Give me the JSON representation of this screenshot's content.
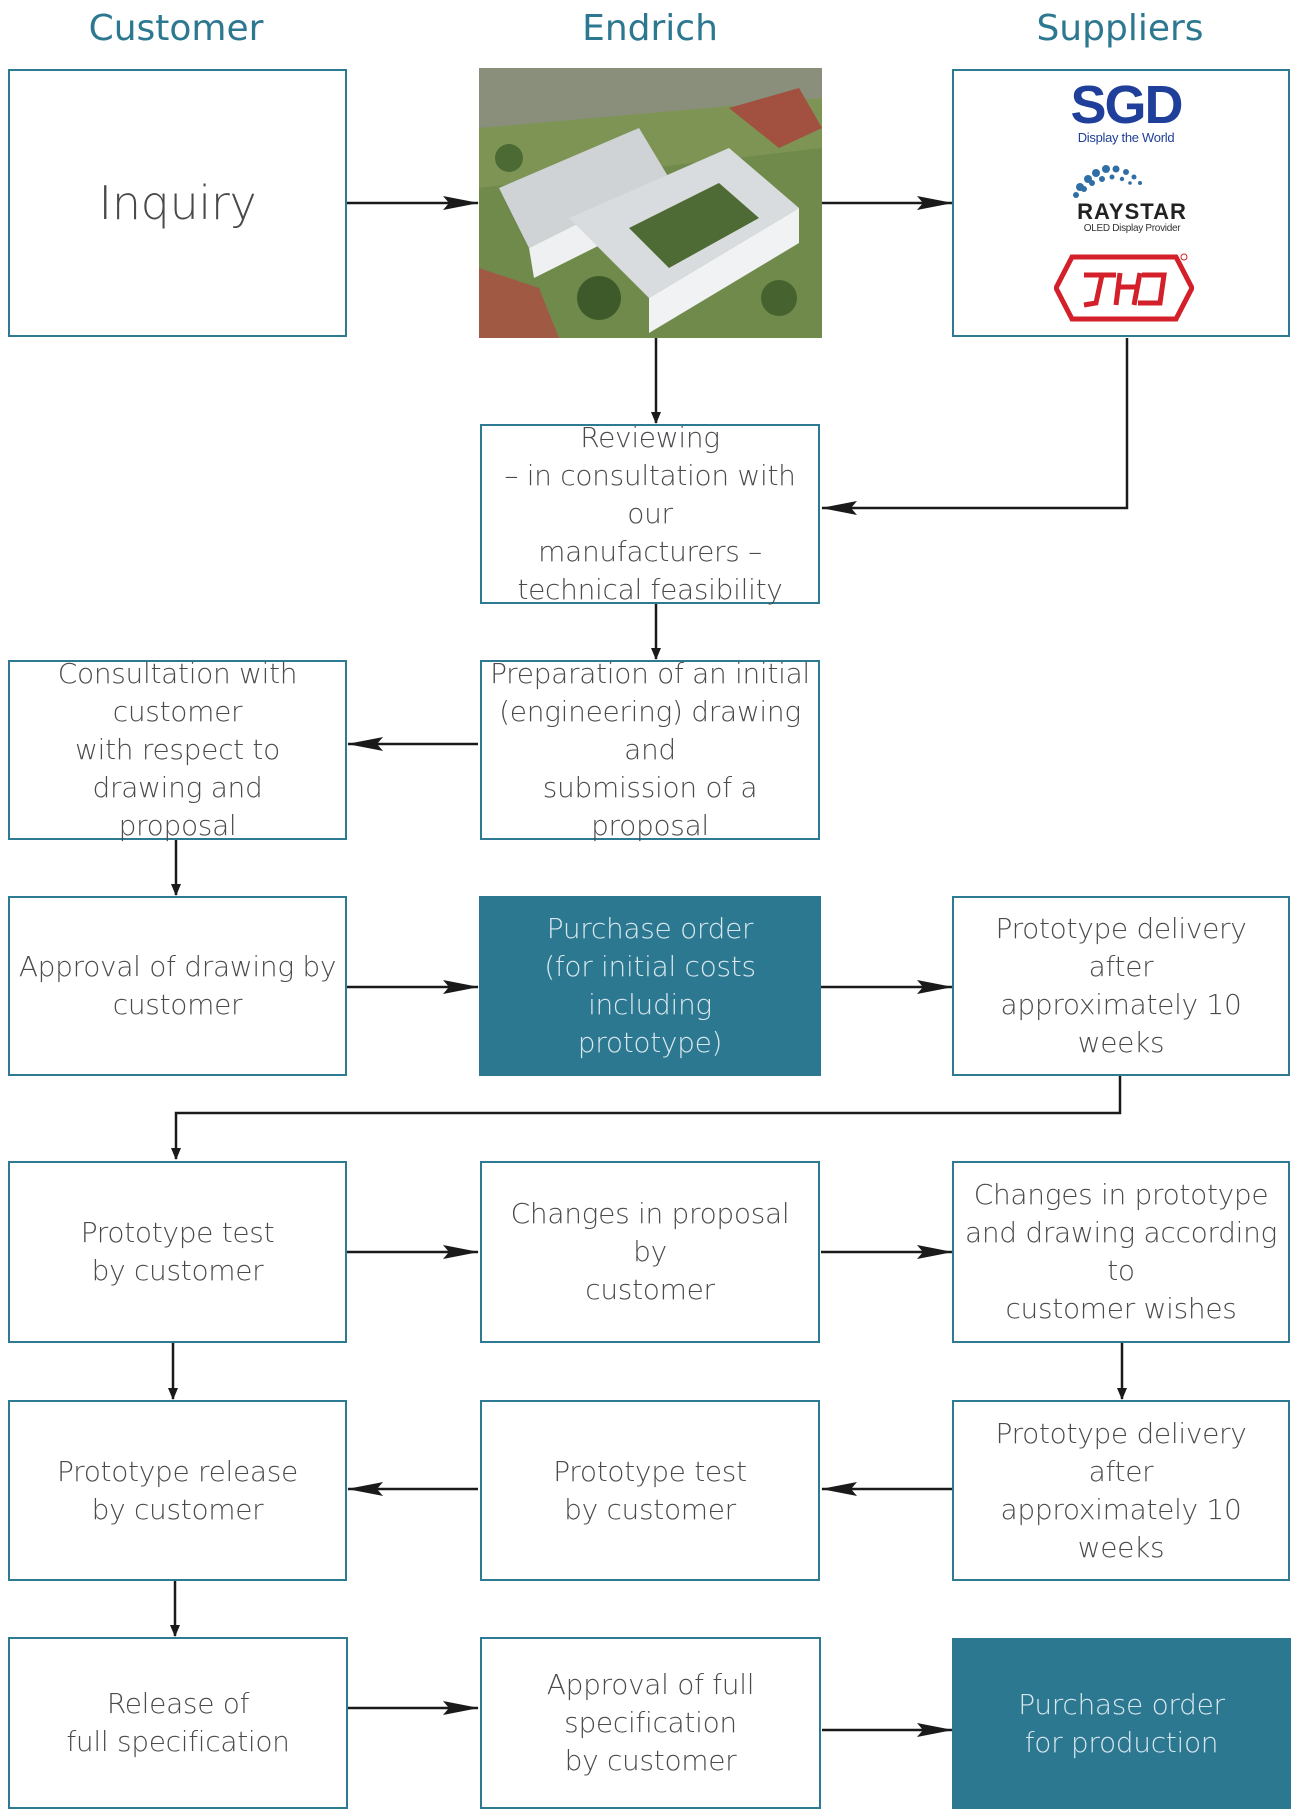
{
  "columns": {
    "customer": "Customer",
    "endrich": "Endrich",
    "suppliers": "Suppliers"
  },
  "boxes": {
    "inquiry": "Inquiry",
    "reviewing": "Reviewing\n– in consultation with our\nmanufacturers –\ntechnical feasibility",
    "preparation": "Preparation of an initial\n(engineering) drawing and\nsubmission of a proposal",
    "consultation": "Consultation with customer\nwith respect to drawing and\nproposal",
    "approval_drawing": "Approval of drawing by\ncustomer",
    "purchase_order_initial": "Purchase order\n(for initial costs including\nprototype)",
    "prototype_delivery_1": "Prototype delivery after\napproximately 10 weeks",
    "prototype_test_1": "Prototype test\nby customer",
    "changes_proposal": "Changes in proposal by\ncustomer",
    "changes_prototype": "Changes in prototype\nand drawing according to\ncustomer wishes",
    "prototype_release": "Prototype release\nby customer",
    "prototype_test_2": "Prototype test\nby customer",
    "prototype_delivery_2": "Prototype delivery after\napproximately 10 weeks",
    "release_spec": "Release of\nfull specification",
    "approval_spec": "Approval of full specification\nby customer",
    "purchase_order_production": "Purchase order\nfor production"
  },
  "logos": {
    "sgd_name": "SGD",
    "sgd_tagline": "Display the World",
    "raystar_name": "RAYSTAR",
    "raystar_tagline": "OLED Display Provider"
  },
  "colors": {
    "accent": "#2d7891",
    "border": "#2f7a93",
    "text": "#4a4a4a",
    "arrow": "#1a1a1a"
  }
}
